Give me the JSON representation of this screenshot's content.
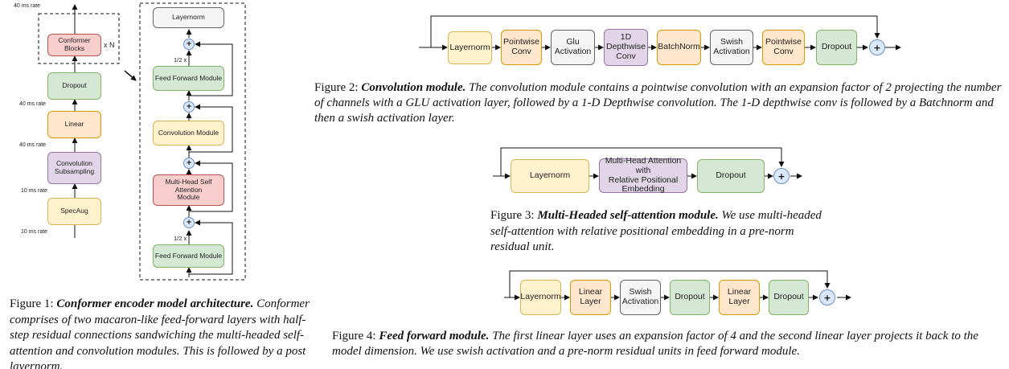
{
  "colors": {
    "yellow": "#fff2cc",
    "orange": "#ffe6cc",
    "purple": "#e1d5e7",
    "green": "#d5e8d4",
    "pink": "#f8cecc",
    "gray": "#f5f5f5",
    "blue": "#dae8fc"
  },
  "fig1": {
    "rates": {
      "top": "40 ms rate",
      "after_linear": "40 ms rate",
      "after_subsampling": "40 ms rate",
      "after_specaug": "10 ms rate",
      "bottom": "10 ms rate"
    },
    "blocks": {
      "conformer": "Conformer Blocks",
      "repeat": "x N",
      "dropout": "Dropout",
      "linear": "Linear",
      "subsampling": "Convolution\nSubsampling",
      "specaug": "SpecAug"
    },
    "block_detail": {
      "layernorm": "Layernorm",
      "ffn_top": "Feed Forward Module",
      "conv": "Convolution Module",
      "mhsa": "Multi-Head Self Attention\nModule",
      "ffn_bottom": "Feed Forward Module",
      "half_top": "1/2 x",
      "half_bottom": "1/2 x",
      "plus": "+"
    },
    "caption": {
      "label": "Figure 1: ",
      "title": "Conformer encoder model architecture.",
      "body": " Conformer comprises of two macaron-like feed-forward layers with half-step residual connections sandwiching the multi-headed self-attention and convolution modules. This is followed by a post layernorm."
    }
  },
  "fig2": {
    "blocks": [
      "Layernorm",
      "Pointwise\nConv",
      "Glu\nActivation",
      "1D\nDepthwise\nConv",
      "BatchNorm",
      "Swish\nActivation",
      "Pointwise\nConv",
      "Dropout"
    ],
    "plus": "+",
    "caption": {
      "label": "Figure 2: ",
      "title": "Convolution module.",
      "body": " The convolution module contains a pointwise convolution with an expansion factor of 2 projecting the number of channels with a GLU activation layer, followed by a 1-D Depthwise convolution. The 1-D depthwise conv is followed by a Batchnorm and then a swish activation layer."
    }
  },
  "fig3": {
    "blocks": [
      "Layernorm",
      "Multi-Head Attention with\nRelative Positional\nEmbedding",
      "Dropout"
    ],
    "plus": "+",
    "caption": {
      "label": "Figure 3: ",
      "title": "Multi-Headed self-attention module.",
      "body": " We use multi-headed self-attention with relative positional embedding in a pre-norm residual unit."
    }
  },
  "fig4": {
    "blocks": [
      "Layernorm",
      "Linear\nLayer",
      "Swish\nActivation",
      "Dropout",
      "Linear\nLayer",
      "Dropout"
    ],
    "plus": "+",
    "caption": {
      "label": "Figure 4: ",
      "title": "Feed forward module.",
      "body": " The first linear layer uses an expansion factor of 4 and the second linear layer projects it back to the model dimension. We use swish activation and a pre-norm residual units in feed forward module."
    }
  }
}
